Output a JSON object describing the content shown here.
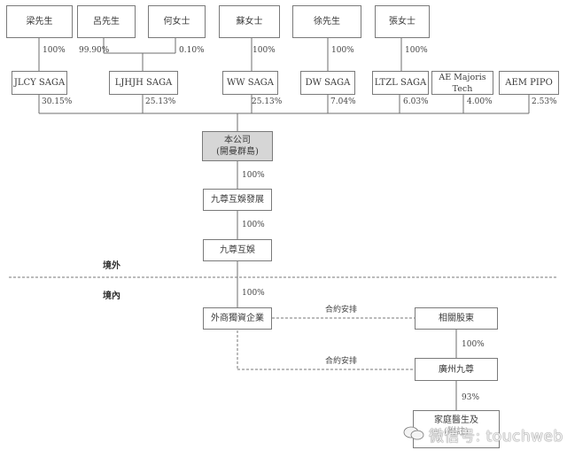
{
  "diagram": {
    "shareholders": [
      {
        "name": "梁先生"
      },
      {
        "name": "呂先生"
      },
      {
        "name": "何女士"
      },
      {
        "name": "蘇女士"
      },
      {
        "name": "徐先生"
      },
      {
        "name": "張女士"
      }
    ],
    "holding_entities": [
      {
        "name": "JLCY SAGA",
        "owner_pct": "100%",
        "stake": "30.15%"
      },
      {
        "name": "LJHJH SAGA",
        "owner_pct_left": "99.90%",
        "owner_pct_right": "0.10%",
        "stake": "25.13%"
      },
      {
        "name": "WW SAGA",
        "owner_pct": "100%",
        "stake": "25.13%"
      },
      {
        "name": "DW SAGA",
        "owner_pct": "100%",
        "stake": "7.04%"
      },
      {
        "name": "LTZL SAGA",
        "owner_pct": "100%",
        "stake": "6.03%"
      },
      {
        "name": "AE Majoris Tech",
        "stake": "4.00%"
      },
      {
        "name": "AEM PIPO",
        "stake": "2.53%"
      }
    ],
    "company": {
      "line1": "本公司",
      "line2": "(開曼群島)"
    },
    "chain": [
      {
        "pct": "100%",
        "name": "九尊互娛發展"
      },
      {
        "pct": "100%",
        "name": "九尊互娛"
      }
    ],
    "regions": {
      "offshore": "境外",
      "onshore": "境內"
    },
    "wfoe": {
      "pct": "100%",
      "name": "外商獨資企業"
    },
    "contract_label_1": "合約安排",
    "contract_label_2": "合約安排",
    "related_shareholders": "相關股東",
    "related_pct": "100%",
    "guangzhou": "廣州九尊",
    "guangzhou_pct": "93%",
    "family_doctor": {
      "line1": "家庭醫生及",
      "line2": "(附註)"
    }
  },
  "watermark": {
    "text": "微信号: touchweb"
  }
}
